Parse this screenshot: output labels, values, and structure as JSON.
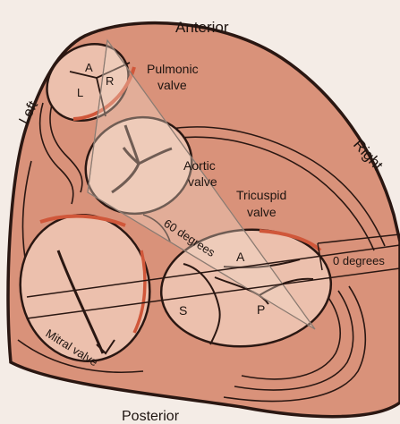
{
  "labels": {
    "anterior": "Anterior",
    "posterior": "Posterior",
    "left": "Left",
    "right": "Right",
    "pulmonic_line1": "Pulmonic",
    "pulmonic_line2": "valve",
    "aortic_line1": "Aortic",
    "aortic_line2": "valve",
    "tricuspid_line1": "Tricuspid",
    "tricuspid_line2": "valve",
    "mitral": "Mitral valve",
    "angle_60": "60 degrees",
    "angle_0": "0 degrees",
    "cusp_a_pulmonic": "A",
    "cusp_l": "L",
    "cusp_r": "R",
    "leaflet_a": "A",
    "leaflet_s": "S",
    "leaflet_p": "P"
  },
  "colors": {
    "heart_fill": "#d9927a",
    "heart_outline": "#2a1712",
    "valve_fill": "#ecc0ad",
    "annulus_highlight": "#d0573a",
    "page_background": "#f4ece6"
  }
}
